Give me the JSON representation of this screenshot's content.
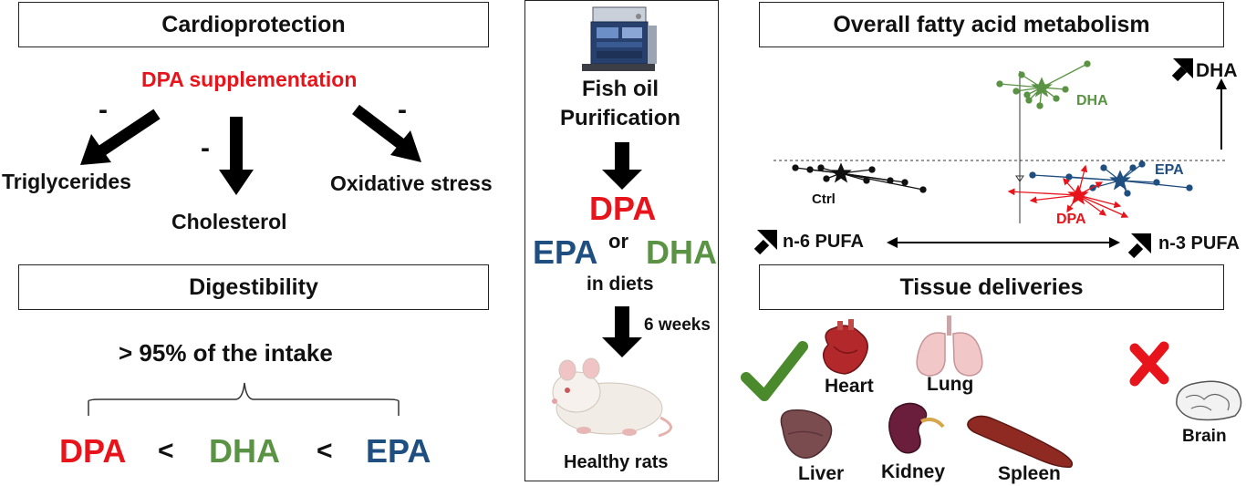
{
  "left": {
    "cardio_title": "Cardioprotection",
    "dpa_supplementation": "DPA supplementation",
    "minus": "-",
    "triglycerides": "Triglycerides",
    "cholesterol": "Cholesterol",
    "oxidative_stress": "Oxidative stress",
    "digest_title": "Digestibility",
    "intake": "> 95% of the intake",
    "order": [
      "DPA",
      "<",
      "DHA",
      "<",
      "EPA"
    ]
  },
  "middle": {
    "fish_oil": "Fish oil",
    "purification": "Purification",
    "dpa": "DPA",
    "epa": "EPA",
    "or": "or",
    "dha": "DHA",
    "in_diets": "in diets",
    "weeks": "6 weeks",
    "healthy_rats": "Healthy rats"
  },
  "right": {
    "fa_title": "Overall fatty acid metabolism",
    "dha_top": "DHA",
    "cluster_dha": "DHA",
    "cluster_epa": "EPA",
    "cluster_dpa": "DPA",
    "cluster_ctrl": "Ctrl",
    "n6": "n-6 PUFA",
    "n3": "n-3 PUFA",
    "tissue_title": "Tissue deliveries",
    "heart": "Heart",
    "lung": "Lung",
    "liver": "Liver",
    "kidney": "Kidney",
    "spleen": "Spleen",
    "brain": "Brain"
  },
  "colors": {
    "dpa": "#e8141b",
    "dha": "#5a9343",
    "epa": "#1f4f80",
    "check": "#4a8a2c",
    "cross": "#e8141b"
  }
}
